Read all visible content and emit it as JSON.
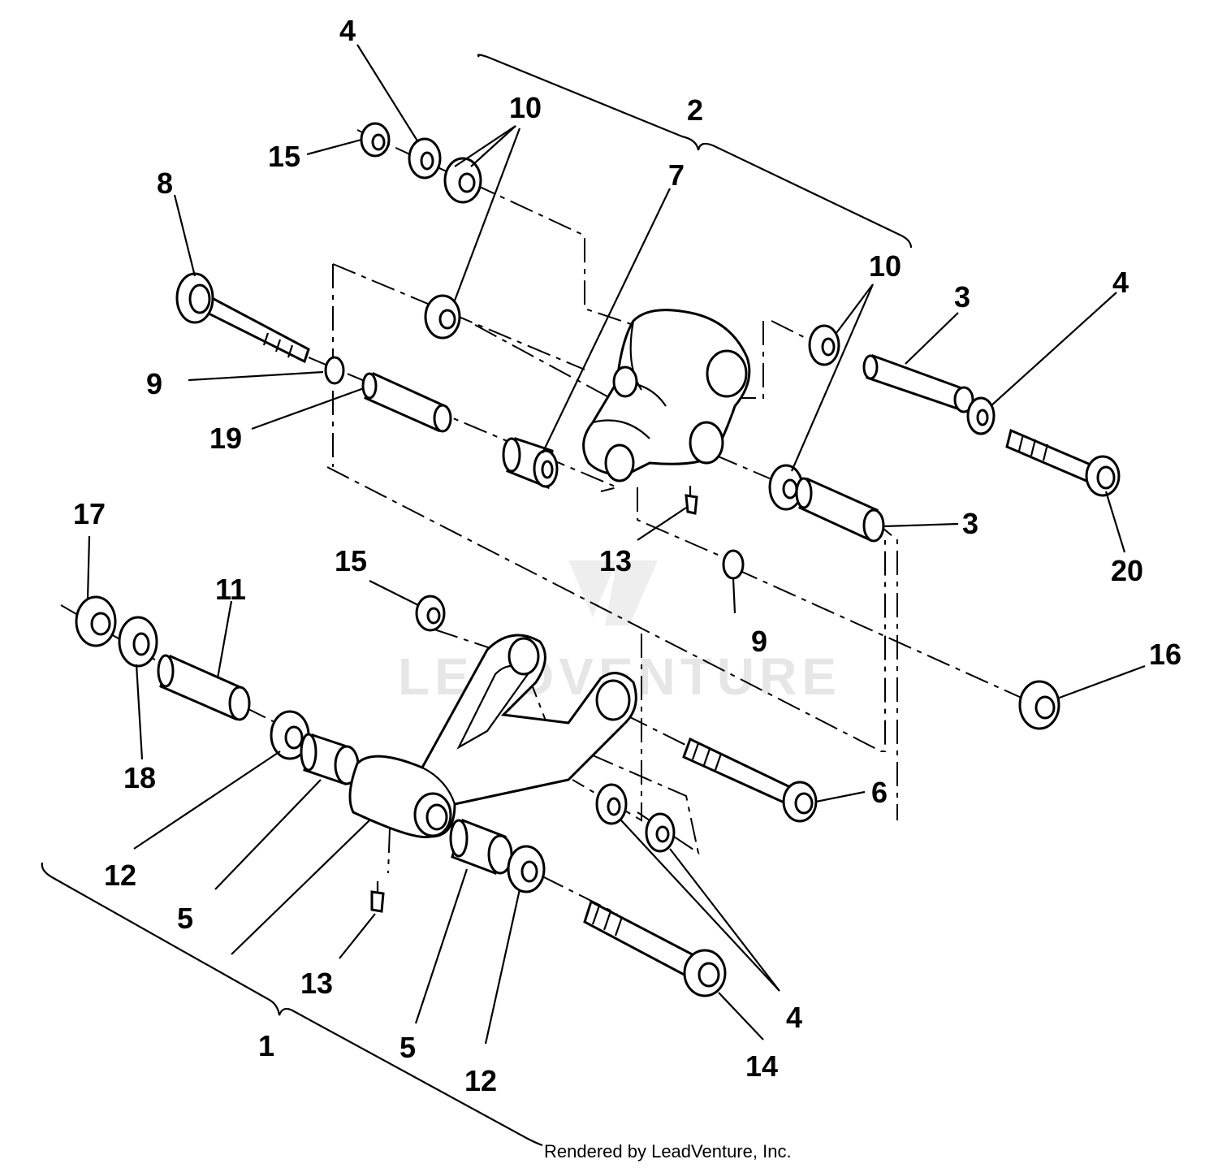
{
  "callouts": {
    "c1": "1",
    "c2": "2",
    "c3a": "3",
    "c3b": "3",
    "c4a": "4",
    "c4b": "4",
    "c4c": "4",
    "c5a": "5",
    "c5b": "5",
    "c6": "6",
    "c7": "7",
    "c8": "8",
    "c9a": "9",
    "c9b": "9",
    "c10a": "10",
    "c10b": "10",
    "c11": "11",
    "c12a": "12",
    "c12b": "12",
    "c13a": "13",
    "c13b": "13",
    "c14": "14",
    "c15a": "15",
    "c15b": "15",
    "c16": "16",
    "c17": "17",
    "c18": "18",
    "c19": "19",
    "c20": "20"
  },
  "watermark": "LEADVENTURE",
  "footer": "Rendered by LeadVenture, Inc."
}
